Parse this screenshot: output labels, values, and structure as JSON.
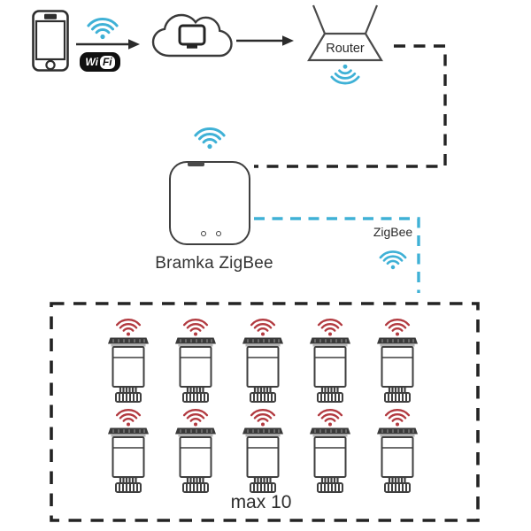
{
  "diagram": {
    "phone": {
      "icon": "smartphone-icon"
    },
    "phone_wifi": {
      "icon": "wifi-signal-icon"
    },
    "wifi_badge": {
      "left": "Wi",
      "right": "Fi"
    },
    "cloud": {
      "icon": "cloud-icon",
      "inner_icon": "monitor-icon"
    },
    "flow": {
      "arrow1": "phone-to-cloud",
      "arrow2": "cloud-to-router"
    },
    "router": {
      "label": "Router",
      "icon": "router-icon"
    },
    "router_wifi": {
      "icon": "wifi-signal-icon",
      "direction": "down"
    },
    "gateway": {
      "label": "Bramka ZigBee",
      "icon": "zigbee-gateway-icon"
    },
    "gateway_wifi": {
      "icon": "wifi-signal-icon"
    },
    "zigbee_link": {
      "label": "ZigBee",
      "icon": "wifi-signal-icon"
    },
    "devices": {
      "label": "max 10",
      "count": 10,
      "rows": 2,
      "cols": 5,
      "device_icon": "radiator-thermostat-icon",
      "device_wifi_icon": "wifi-signal-icon"
    }
  },
  "colors": {
    "blue": "#3fb1d6",
    "red": "#b23a40",
    "ink": "#2b2b2b",
    "outline": "#3f3f3f"
  }
}
